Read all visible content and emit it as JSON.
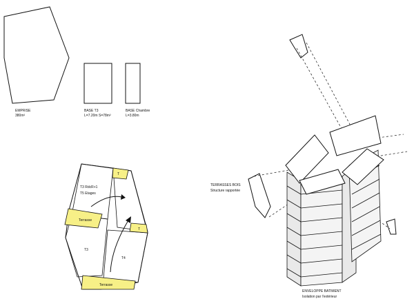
{
  "labels": {
    "emprise_title": "EMPRISE",
    "emprise_area": "380m²",
    "base_t3_title": "BASE T3",
    "base_t3_dims": "L=7.20m   S=78m²",
    "base_ch_title": "BASE Chambre",
    "base_ch_dims": "L=3.80m",
    "plan_t3": "T3 RdcR+1",
    "plan_t5": "T5 Etages",
    "plan_terrasse_1": "Terrasse",
    "plan_terrasse_2": "Terrasse",
    "plan_t3_room": "T3",
    "plan_t4": "T4",
    "plan_tag_1": "T",
    "plan_tag_2": "T",
    "terrasses_title": "TERRASSES BOIS",
    "terrasses_sub": "Structure rapportée",
    "enveloppe_title": "ENVELOPPE BATIMENT",
    "enveloppe_sub": "Isolation par l'extérieur"
  },
  "colors": {
    "terrace_fill": "#f7f087",
    "line": "#111111"
  }
}
